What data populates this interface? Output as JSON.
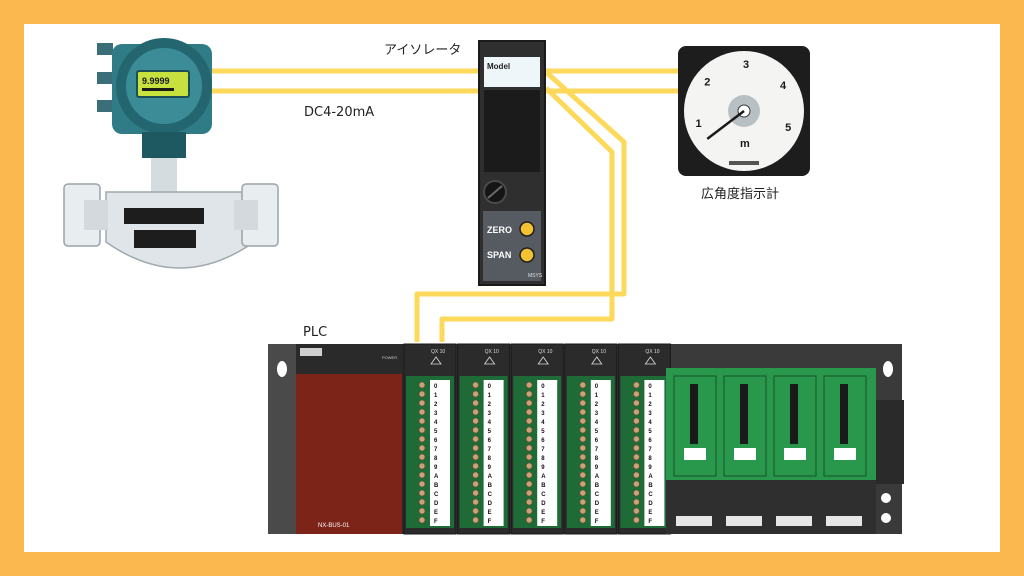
{
  "labels": {
    "isolator": "アイソレータ",
    "signal": "DC4-20mA",
    "indicator": "広角度指示計",
    "plc": "PLC"
  },
  "flowmeter": {
    "display_value": "9.9999"
  },
  "isolator": {
    "model_label": "Model",
    "zero_label": "ZERO",
    "span_label": "SPAN",
    "brand": "MSYS"
  },
  "gauge": {
    "ticks": [
      "1",
      "2",
      "3",
      "4",
      "5"
    ],
    "unit": "m",
    "pointer_value": 1
  },
  "plc": {
    "power_label": "POWER",
    "cpu_bottom_label": "NX-BUS-01",
    "io_module_label": "QX 10",
    "module_count": 5,
    "empty_slot_count": 4,
    "terminal_numbers": [
      "0",
      "1",
      "2",
      "3",
      "4",
      "5",
      "6",
      "7",
      "8",
      "9",
      "A",
      "B",
      "C",
      "D",
      "E",
      "F"
    ]
  },
  "colors": {
    "background": "#fbb84f",
    "panel": "#ffffff",
    "wire": "#fcd95a",
    "flowmeter_teal": "#2d7b86",
    "cpu_red": "#7c2418",
    "io_green": "#29984d",
    "base_dark": "#3a3a3a"
  }
}
